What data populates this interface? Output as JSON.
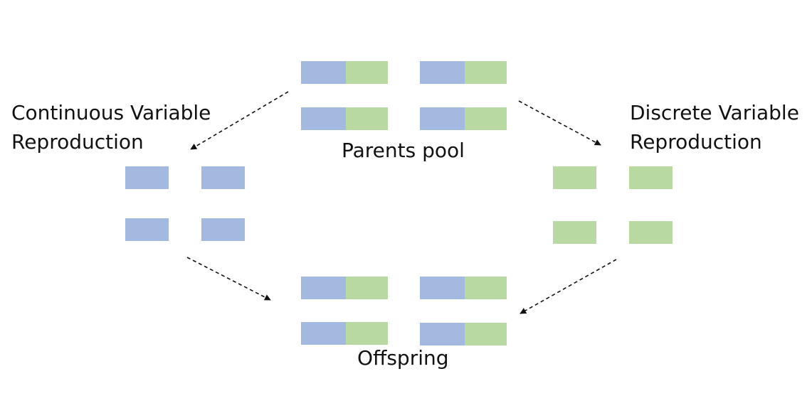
{
  "labels": {
    "parents_pool": "Parents pool",
    "offspring": "Offspring",
    "continuous_line1": "Continuous Variable",
    "continuous_line2": "Reproduction",
    "discrete_line1": "Discrete Variable",
    "discrete_line2": "Reproduction"
  },
  "colors": {
    "continuous_gene": "#a4b9e0",
    "discrete_gene": "#b9d9a2",
    "arrow": "#111111"
  }
}
